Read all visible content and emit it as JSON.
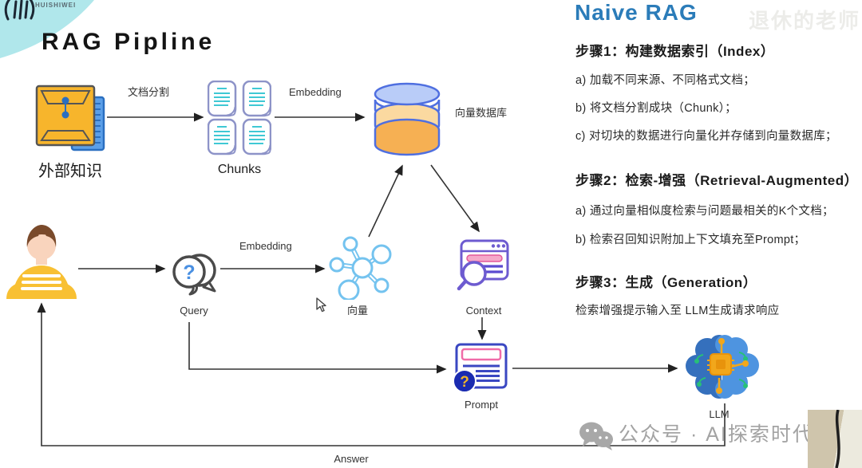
{
  "page": {
    "title": "RAG Pipline",
    "brand": "HUISHIWEI",
    "faint_watermark": "退休的老师",
    "watermark": "公众号 · AI探索时代"
  },
  "glyphs": {
    "question_mark": "?"
  },
  "diagram": {
    "nodes": {
      "external_knowledge": {
        "label": "外部知识"
      },
      "chunks": {
        "label": "Chunks"
      },
      "vector_db": {
        "label": "向量数据库"
      },
      "query": {
        "label": "Query"
      },
      "vector": {
        "label": "向量"
      },
      "context": {
        "label": "Context"
      },
      "prompt": {
        "label": "Prompt"
      },
      "llm": {
        "label": "LLM"
      }
    },
    "edges": {
      "doc_split": "文档分割",
      "embedding_top": "Embedding",
      "embedding_bottom": "Embedding",
      "answer": "Answer"
    }
  },
  "panel": {
    "title": "Naive RAG",
    "step1": {
      "heading": "步骤1：构建数据索引（Index）",
      "items": [
        "a) 加载不同来源、不同格式文档；",
        "b) 将文档分割成块（Chunk）；",
        "c) 对切块的数据进行向量化并存储到向量数据库；"
      ]
    },
    "step2": {
      "heading": "步骤2：检索-增强（Retrieval-Augmented）",
      "items": [
        "a) 通过向量相似度检索与问题最相关的K个文档；",
        "b) 检索召回知识附加上下文填充至Prompt；"
      ]
    },
    "step3": {
      "heading": "步骤3：生成（Generation）",
      "body": "检索增强提示输入至 LLM生成请求响应"
    }
  },
  "colors": {
    "accent_blue": "#2b7cb9",
    "teal_corner": "#b0e7eb",
    "db_stroke": "#4f6fe0",
    "context_purple": "#6d5bd0",
    "prompt_indigo": "#3a47c2",
    "pink": "#f06ba8",
    "chunk_teal": "#3fc8d4",
    "envelope_orange": "#f7b52c",
    "shirt_yellow": "#f8c033",
    "llm_blue_dark": "#3570bd",
    "llm_blue_light": "#4e94e0",
    "chip_orange": "#f2a71b"
  }
}
